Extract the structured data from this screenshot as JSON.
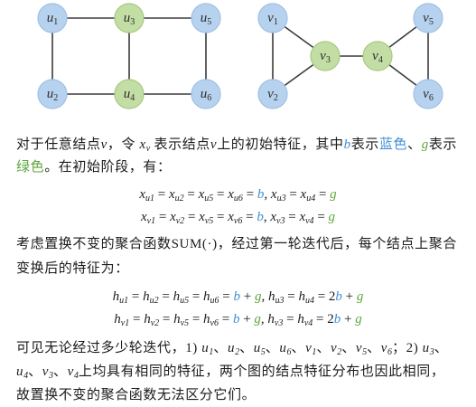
{
  "colors": {
    "background": "#ffffff",
    "text": "#1b1b1b",
    "edge": "#3a3a3a",
    "node_label": "#2b2b2b",
    "blue_text": "#3f8fd6",
    "green_text": "#5ea53b"
  },
  "graphs": [
    {
      "nodes": [
        {
          "var": "u",
          "sub": "1",
          "fill": "#b6d2ee",
          "stroke": "#9fc1e5"
        },
        {
          "var": "u",
          "sub": "2",
          "fill": "#b6d2ee",
          "stroke": "#9fc1e5"
        },
        {
          "var": "u",
          "sub": "3",
          "fill": "#c3dea4",
          "stroke": "#a6c981"
        },
        {
          "var": "u",
          "sub": "4",
          "fill": "#c3dea4",
          "stroke": "#a6c981"
        },
        {
          "var": "u",
          "sub": "5",
          "fill": "#b6d2ee",
          "stroke": "#9fc1e5"
        },
        {
          "var": "u",
          "sub": "6",
          "fill": "#b6d2ee",
          "stroke": "#9fc1e5"
        }
      ],
      "edges": [
        [
          0,
          2
        ],
        [
          2,
          4
        ],
        [
          1,
          3
        ],
        [
          3,
          5
        ],
        [
          0,
          1
        ],
        [
          2,
          3
        ],
        [
          4,
          5
        ]
      ]
    },
    {
      "nodes": [
        {
          "var": "v",
          "sub": "1",
          "fill": "#b6d2ee",
          "stroke": "#9fc1e5"
        },
        {
          "var": "v",
          "sub": "2",
          "fill": "#b6d2ee",
          "stroke": "#9fc1e5"
        },
        {
          "var": "v",
          "sub": "3",
          "fill": "#c3dea4",
          "stroke": "#a6c981"
        },
        {
          "var": "v",
          "sub": "4",
          "fill": "#c3dea4",
          "stroke": "#a6c981"
        },
        {
          "var": "v",
          "sub": "5",
          "fill": "#b6d2ee",
          "stroke": "#9fc1e5"
        },
        {
          "var": "v",
          "sub": "6",
          "fill": "#b6d2ee",
          "stroke": "#9fc1e5"
        }
      ],
      "edges": [
        [
          0,
          1
        ],
        [
          0,
          2
        ],
        [
          1,
          2
        ],
        [
          2,
          3
        ],
        [
          3,
          4
        ],
        [
          3,
          5
        ],
        [
          4,
          5
        ]
      ]
    }
  ],
  "text": {
    "lines": [
      [
        {
          "plain": "对于任意结点"
        },
        {
          "var": "v"
        },
        {
          "plain": "，令 "
        },
        {
          "var": "x"
        },
        {
          "sub": "v"
        },
        {
          "plain": " 表示结点"
        },
        {
          "var": "v"
        },
        {
          "plain": "上的初始特征，其中"
        },
        {
          "bvar": "b"
        },
        {
          "plain": "表示"
        },
        {
          "btext": "蓝色"
        },
        {
          "plain": "、"
        },
        {
          "gvar": "g"
        },
        {
          "plain": "表示"
        }
      ],
      [
        {
          "gtext": "绿色"
        },
        {
          "plain": "。在初始阶段，有："
        }
      ],
      [
        {
          "var": "x"
        },
        {
          "sub": "u1"
        },
        {
          "op": " = "
        },
        {
          "var": "x"
        },
        {
          "sub": "u2"
        },
        {
          "op": " = "
        },
        {
          "var": "x"
        },
        {
          "sub": "u5"
        },
        {
          "op": " = "
        },
        {
          "var": "x"
        },
        {
          "sub": "u6"
        },
        {
          "op": " = "
        },
        {
          "bvar": "b"
        },
        {
          "op": ", "
        },
        {
          "var": "x"
        },
        {
          "sub": "u3"
        },
        {
          "op": " = "
        },
        {
          "var": "x"
        },
        {
          "sub": "u4"
        },
        {
          "op": " = "
        },
        {
          "gvar": "g"
        }
      ],
      [
        {
          "var": "x"
        },
        {
          "sub": "v1"
        },
        {
          "op": " = "
        },
        {
          "var": "x"
        },
        {
          "sub": "v2"
        },
        {
          "op": " = "
        },
        {
          "var": "x"
        },
        {
          "sub": "v5"
        },
        {
          "op": " = "
        },
        {
          "var": "x"
        },
        {
          "sub": "v6"
        },
        {
          "op": " = "
        },
        {
          "bvar": "b"
        },
        {
          "op": ", "
        },
        {
          "var": "x"
        },
        {
          "sub": "v3"
        },
        {
          "op": " = "
        },
        {
          "var": "x"
        },
        {
          "sub": "v4"
        },
        {
          "op": " = "
        },
        {
          "gvar": "g"
        }
      ],
      [
        {
          "plain": "考虑置换不变的聚合函数"
        },
        {
          "op": "SUM(·)"
        },
        {
          "plain": "，经过第一轮迭代后，每个结点上聚合"
        }
      ],
      [
        {
          "plain": "变换后的特征为："
        }
      ],
      [
        {
          "var": "h"
        },
        {
          "sub": "u1"
        },
        {
          "op": " = "
        },
        {
          "var": "h"
        },
        {
          "sub": "u2"
        },
        {
          "op": " = "
        },
        {
          "var": "h"
        },
        {
          "sub": "u5"
        },
        {
          "op": " = "
        },
        {
          "var": "h"
        },
        {
          "sub": "u6"
        },
        {
          "op": " = "
        },
        {
          "bvar": "b"
        },
        {
          "op": " + "
        },
        {
          "gvar": "g"
        },
        {
          "op": ", "
        },
        {
          "var": "h"
        },
        {
          "sub": "u3"
        },
        {
          "op": " = "
        },
        {
          "var": "h"
        },
        {
          "sub": "u4"
        },
        {
          "op": " = 2"
        },
        {
          "bvar": "b"
        },
        {
          "op": " + "
        },
        {
          "gvar": "g"
        }
      ],
      [
        {
          "var": "h"
        },
        {
          "sub": "v1"
        },
        {
          "op": " = "
        },
        {
          "var": "h"
        },
        {
          "sub": "v2"
        },
        {
          "op": " = "
        },
        {
          "var": "h"
        },
        {
          "sub": "v5"
        },
        {
          "op": " = "
        },
        {
          "var": "h"
        },
        {
          "sub": "v6"
        },
        {
          "op": " = "
        },
        {
          "bvar": "b"
        },
        {
          "op": " + "
        },
        {
          "gvar": "g"
        },
        {
          "op": ", "
        },
        {
          "var": "h"
        },
        {
          "sub": "v3"
        },
        {
          "op": " = "
        },
        {
          "var": "h"
        },
        {
          "sub": "v4"
        },
        {
          "op": " = 2"
        },
        {
          "bvar": "b"
        },
        {
          "op": " + "
        },
        {
          "gvar": "g"
        }
      ],
      [
        {
          "plain": "可见无论经过多少轮迭代，"
        },
        {
          "op": "1) "
        },
        {
          "var": "u"
        },
        {
          "sub": "1"
        },
        {
          "plain": "、"
        },
        {
          "var": "u"
        },
        {
          "sub": "2"
        },
        {
          "plain": "、"
        },
        {
          "var": "u"
        },
        {
          "sub": "5"
        },
        {
          "plain": "、"
        },
        {
          "var": "u"
        },
        {
          "sub": "6"
        },
        {
          "plain": "、"
        },
        {
          "var": "v"
        },
        {
          "sub": "1"
        },
        {
          "plain": "、"
        },
        {
          "var": "v"
        },
        {
          "sub": "2"
        },
        {
          "plain": "、"
        },
        {
          "var": "v"
        },
        {
          "sub": "5"
        },
        {
          "plain": "、"
        },
        {
          "var": "v"
        },
        {
          "sub": "6"
        },
        {
          "plain": "；"
        },
        {
          "op": "2) "
        },
        {
          "var": "u"
        },
        {
          "sub": "3"
        },
        {
          "plain": "、"
        }
      ],
      [
        {
          "var": "u"
        },
        {
          "sub": "4"
        },
        {
          "plain": "、"
        },
        {
          "var": "v"
        },
        {
          "sub": "3"
        },
        {
          "plain": "、"
        },
        {
          "var": "v"
        },
        {
          "sub": "4"
        },
        {
          "plain": "上均具有相同的特征，两个图的结点特征分布也因此相同，"
        }
      ],
      [
        {
          "plain": "故置换不变的聚合函数无法区分它们。"
        }
      ]
    ]
  }
}
